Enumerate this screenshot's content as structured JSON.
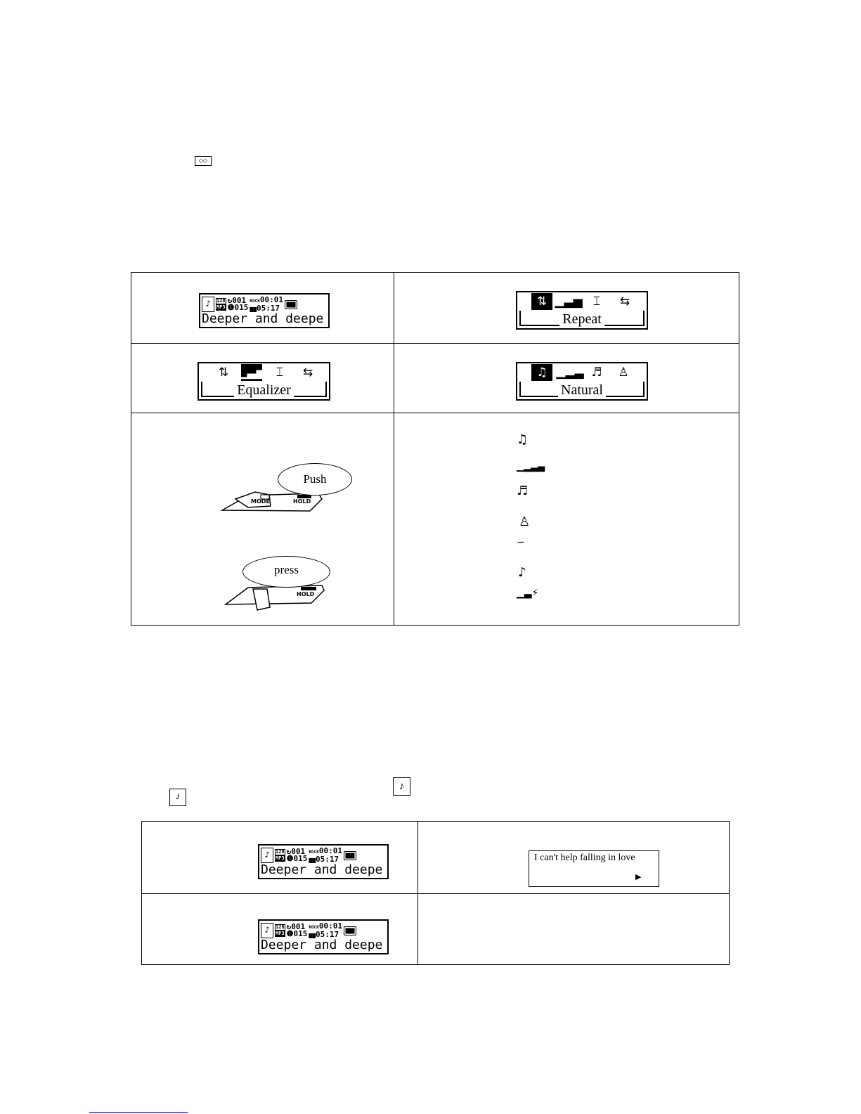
{
  "header_icon": "dual-arrow-key-icon",
  "lcd": {
    "bitrate_top": "128",
    "format": "MP3",
    "track_number": "001",
    "eq_tag": "ROCK",
    "elapsed": "00:01",
    "folder": "015",
    "total": "05:17",
    "song": "Deeper and deepe"
  },
  "menus": {
    "repeat_label": "Repeat",
    "equalizer_label": "Equalizer",
    "natural_label": "Natural"
  },
  "illustrations": {
    "push_bubble": "Push",
    "press_bubble": "press",
    "mode_key": "MODE",
    "hold_key": "HOLD"
  },
  "legend_icons": [
    "natural-eq-icon",
    "rock-eq-icon",
    "pop-eq-icon",
    "classic-eq-icon",
    "soft-eq-icon",
    "jazz-eq-icon",
    "dbb-eq-icon"
  ],
  "lyrics": {
    "line": "I can't help falling in love",
    "arrow": "▶"
  },
  "link_underline_visible": true
}
